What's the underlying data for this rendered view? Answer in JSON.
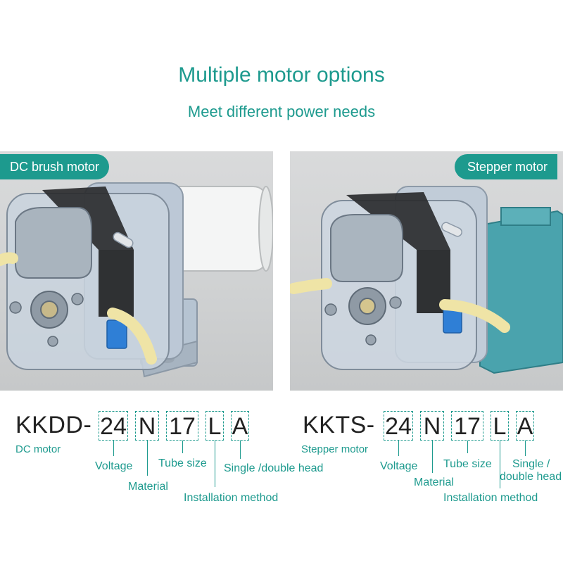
{
  "header": {
    "title": "Multiple motor options",
    "subtitle": "Meet different power needs"
  },
  "left_panel": {
    "badge": "DC brush motor",
    "model_prefix": "KKDD-",
    "codes": [
      "24",
      "N",
      "17",
      "L",
      "A"
    ],
    "labels": {
      "motor": "DC motor",
      "voltage": "Voltage",
      "material": "Material",
      "tube_size": "Tube size",
      "install": "Installation method",
      "head": "Single /double head"
    }
  },
  "right_panel": {
    "badge": "Stepper motor",
    "model_prefix": "KKTS-",
    "codes": [
      "24",
      "N",
      "17",
      "L",
      "A"
    ],
    "labels": {
      "motor": "Stepper motor",
      "voltage": "Voltage",
      "material": "Material",
      "tube_size": "Tube size",
      "install": "Installation method",
      "head_line1": "Single /",
      "head_line2": "double head"
    }
  },
  "colors": {
    "accent": "#1d9a8e",
    "panel_bg": "#d2d4d5",
    "tube": "#efe4a6",
    "motor_teal": "#4aa3ad",
    "connector_blue": "#2f7fd6"
  }
}
